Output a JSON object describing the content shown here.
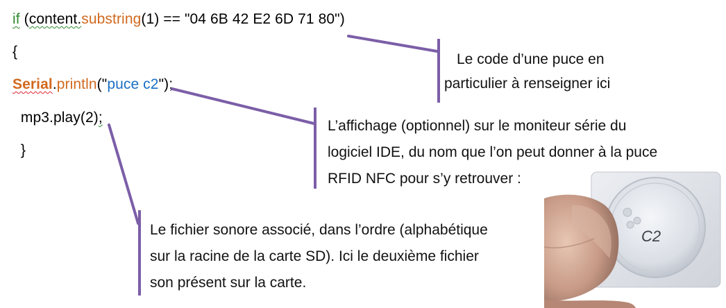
{
  "code": {
    "line1": {
      "kw": "if",
      "open": " (",
      "obj": "content.",
      "method": "substring",
      "args": "(1) == \"04 6B 42 E2 6D 71 80\")"
    },
    "line2": "{",
    "line3": {
      "cls": "Serial",
      "dot": ".",
      "method": "println",
      "open": "(\"",
      "str": "puce c2",
      "close": "\");"
    },
    "line4": {
      "pre": "  mp3.play(2)",
      "semi": ";"
    },
    "line5": "  }"
  },
  "annotations": {
    "chip_code": {
      "lines": [
        "Le code d’une puce en",
        "particulier à renseigner ici"
      ]
    },
    "display": {
      "lines": [
        "L’affichage (optionnel) sur le moniteur série du",
        "logiciel IDE, du nom que l’on peut donner à la puce",
        "RFID NFC pour s’y retrouver :"
      ]
    },
    "sound_file": {
      "lines": [
        "Le fichier sonore associé, dans l’ordre (alphabétique",
        "sur la racine de la carte SD). Ici le deuxième fichier",
        "son présent sur la carte."
      ]
    }
  },
  "photo": {
    "tag_label": "C2"
  },
  "colors": {
    "connector": "#7b5ea7",
    "keyword": "#2e8b2e",
    "method": "#d2691e",
    "string": "#1a6fc4"
  }
}
